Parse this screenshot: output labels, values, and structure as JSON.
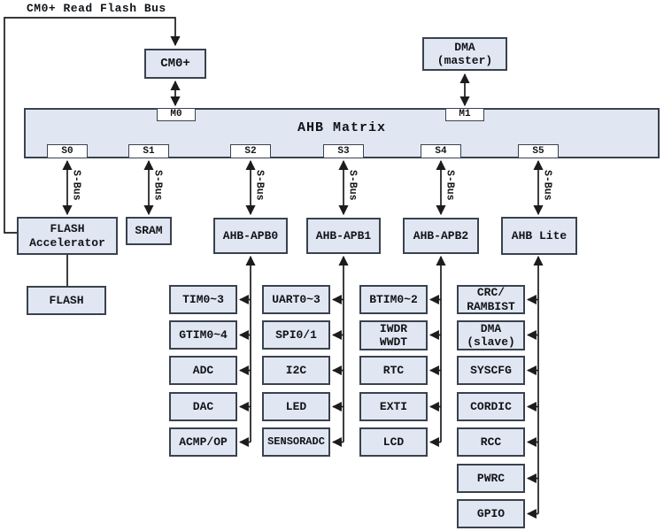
{
  "colors": {
    "box_fill": "#e1e7f2",
    "box_border": "#39424e",
    "port_fill": "#ffffff",
    "line": "#1c1c1c"
  },
  "labels": {
    "top_note": "CM0+ Read Flash Bus",
    "sbus": "S-Bus"
  },
  "masters": {
    "cm0": "CM0+",
    "dma": "DMA\n(master)"
  },
  "matrix": {
    "label": "AHB Matrix",
    "master_ports": [
      "M0",
      "M1"
    ],
    "slave_ports": [
      "S0",
      "S1",
      "S2",
      "S3",
      "S4",
      "S5"
    ]
  },
  "bridges": [
    "FLASH\nAccelerator",
    "SRAM",
    "AHB-APB0",
    "AHB-APB1",
    "AHB-APB2",
    "AHB Lite"
  ],
  "flash": "FLASH",
  "columns": [
    {
      "parent": "AHB-APB0",
      "items": [
        "TIM0~3",
        "GTIM0~4",
        "ADC",
        "DAC",
        "ACMP/OP"
      ]
    },
    {
      "parent": "AHB-APB1",
      "items": [
        "UART0~3",
        "SPI0/1",
        "I2C",
        "LED",
        "SENSORADC"
      ]
    },
    {
      "parent": "AHB-APB2",
      "items": [
        "BTIM0~2",
        "IWDR\nWWDT",
        "RTC",
        "EXTI",
        "LCD"
      ]
    },
    {
      "parent": "AHB Lite",
      "items": [
        "CRC/\nRAMBIST",
        "DMA\n(slave)",
        "SYSCFG",
        "CORDIC",
        "RCC",
        "PWRC",
        "GPIO"
      ]
    }
  ]
}
